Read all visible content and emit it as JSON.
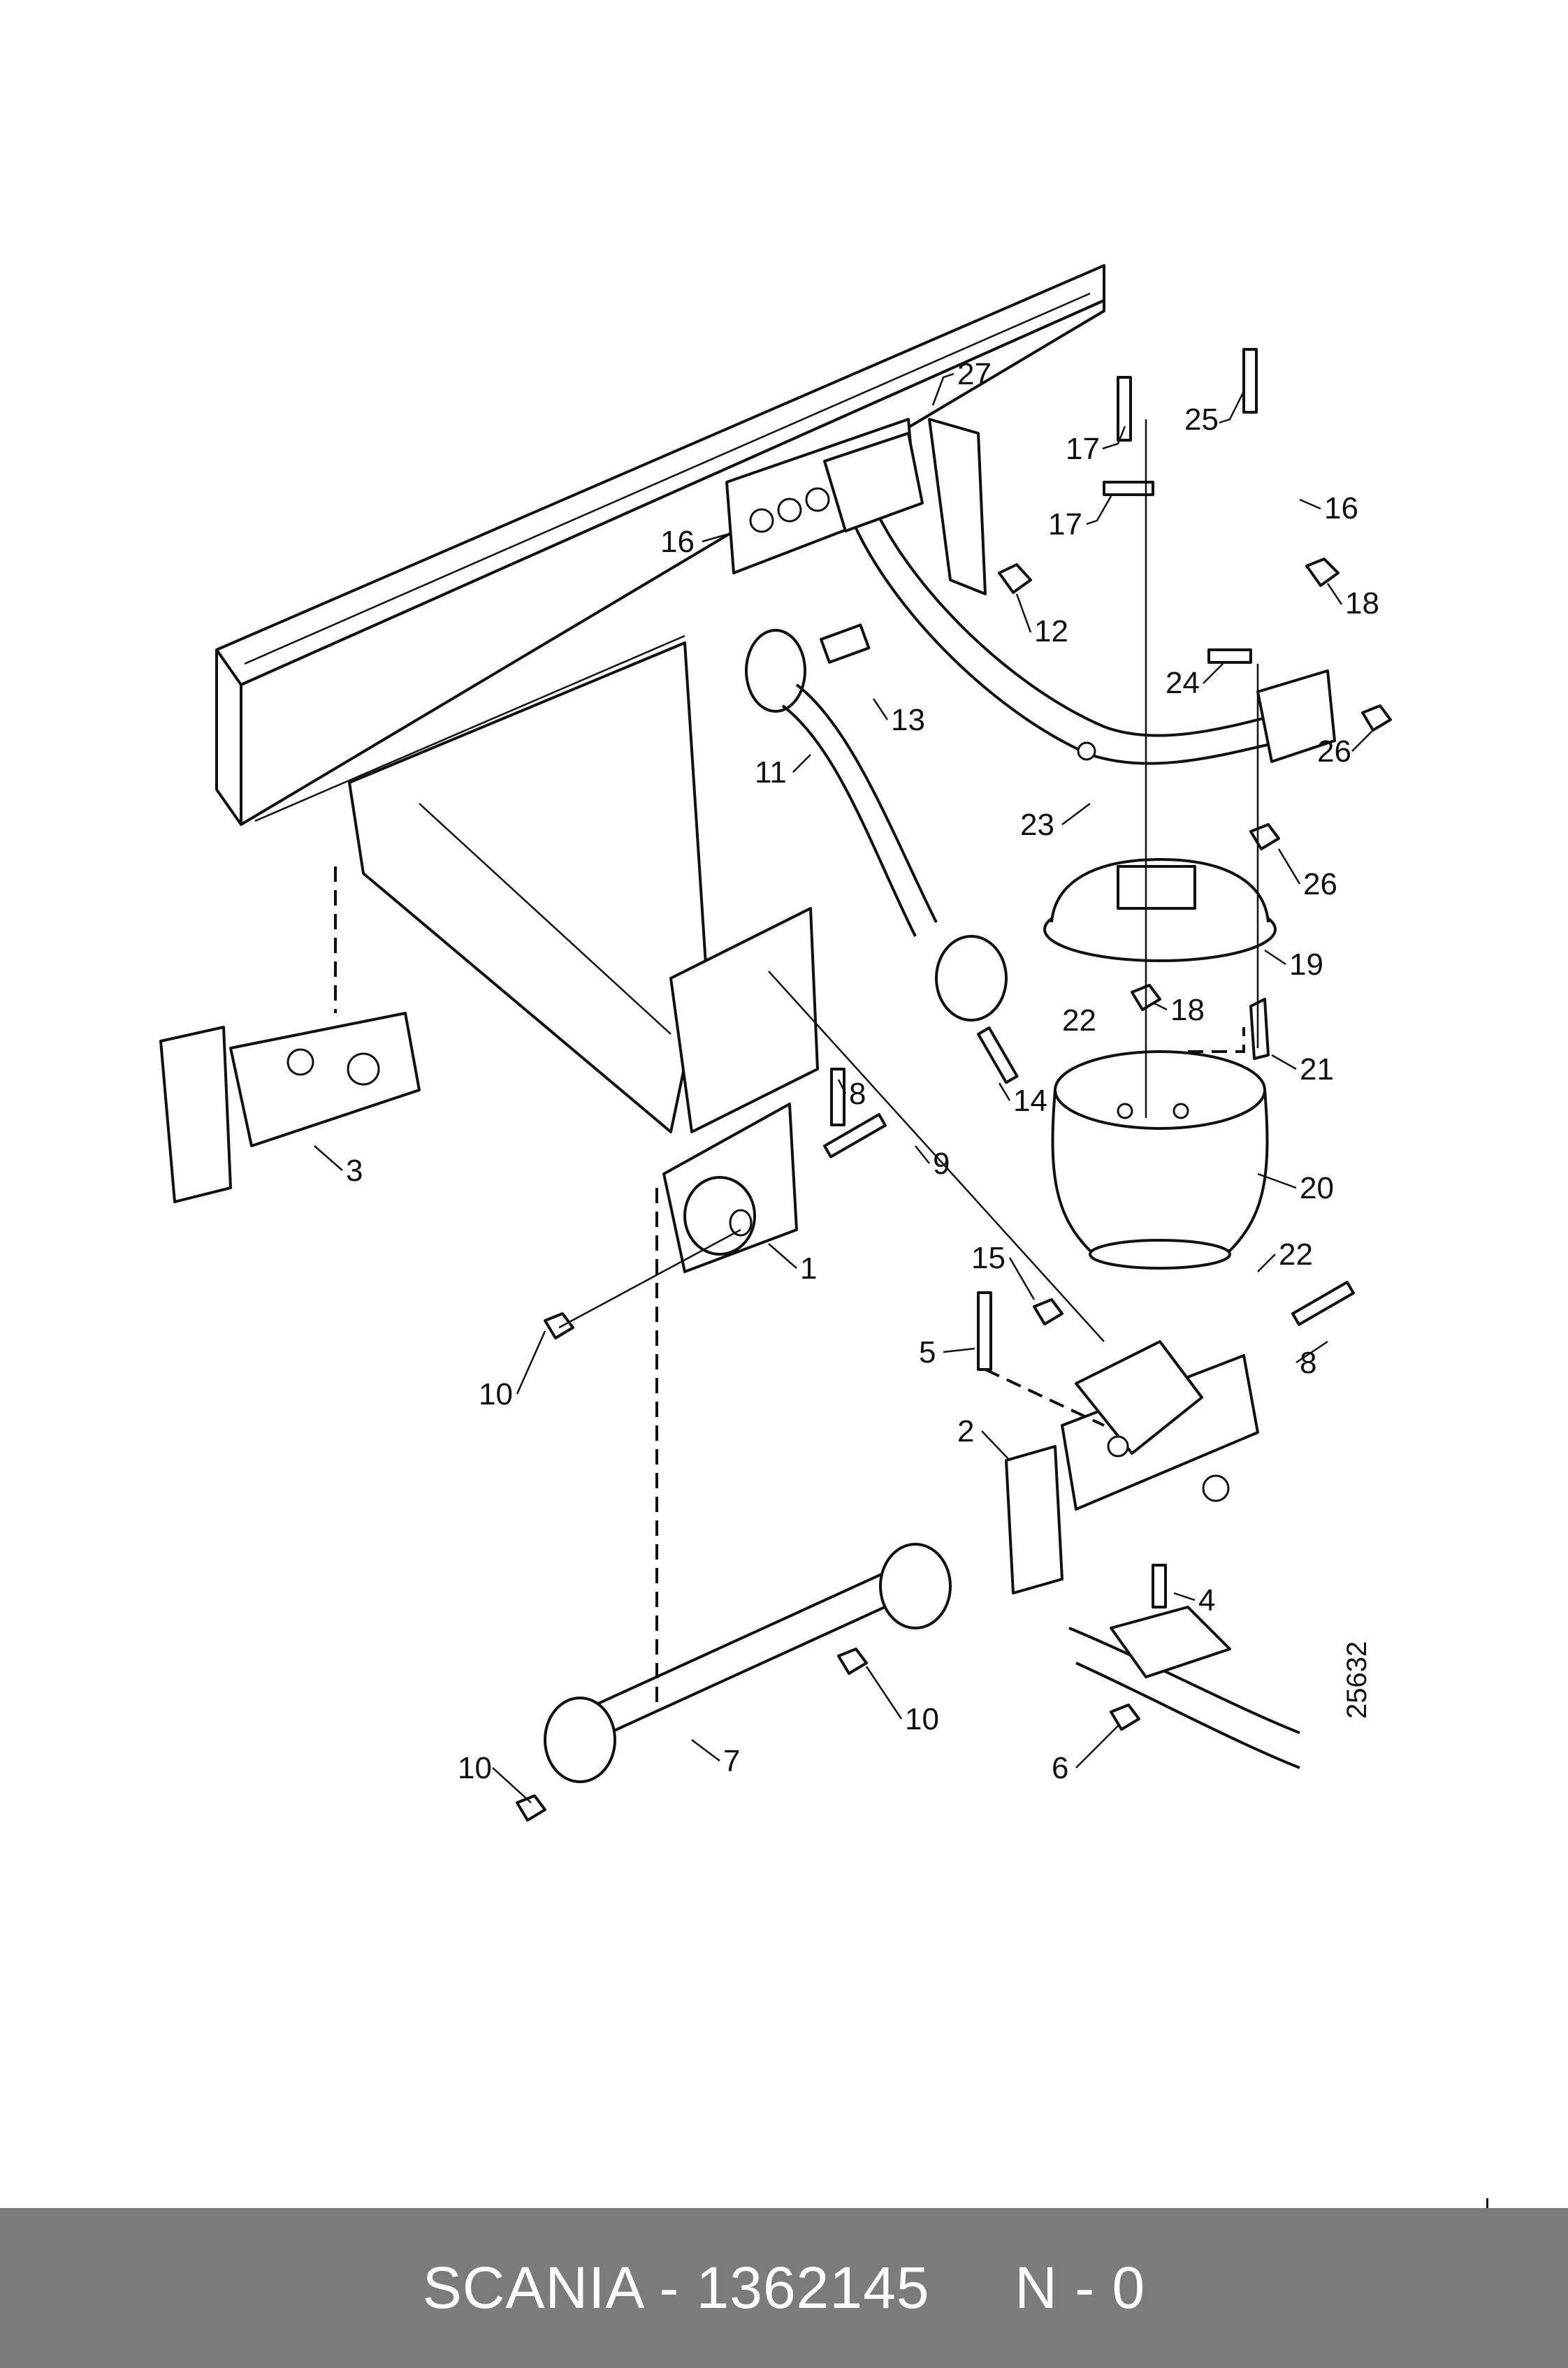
{
  "diagram": {
    "reference_number": "25632",
    "callouts": [
      {
        "id": "c27",
        "label": "27"
      },
      {
        "id": "c25",
        "label": "25"
      },
      {
        "id": "c17a",
        "label": "17"
      },
      {
        "id": "c17b",
        "label": "17"
      },
      {
        "id": "c16a",
        "label": "16"
      },
      {
        "id": "c16b",
        "label": "16"
      },
      {
        "id": "c18a",
        "label": "18"
      },
      {
        "id": "c12",
        "label": "12"
      },
      {
        "id": "c13",
        "label": "13"
      },
      {
        "id": "c11",
        "label": "11"
      },
      {
        "id": "c24",
        "label": "24"
      },
      {
        "id": "c26a",
        "label": "26"
      },
      {
        "id": "c23",
        "label": "23"
      },
      {
        "id": "c26b",
        "label": "26"
      },
      {
        "id": "c19",
        "label": "19"
      },
      {
        "id": "c18b",
        "label": "18"
      },
      {
        "id": "c22a",
        "label": "22"
      },
      {
        "id": "c21",
        "label": "21"
      },
      {
        "id": "c14",
        "label": "14"
      },
      {
        "id": "c8a",
        "label": "8"
      },
      {
        "id": "c3",
        "label": "3"
      },
      {
        "id": "c9",
        "label": "9"
      },
      {
        "id": "c20",
        "label": "20"
      },
      {
        "id": "c1",
        "label": "1"
      },
      {
        "id": "c15",
        "label": "15"
      },
      {
        "id": "c22b",
        "label": "22"
      },
      {
        "id": "c10a",
        "label": "10"
      },
      {
        "id": "c5",
        "label": "5"
      },
      {
        "id": "c8b",
        "label": "8"
      },
      {
        "id": "c2",
        "label": "2"
      },
      {
        "id": "c4",
        "label": "4"
      },
      {
        "id": "c10b",
        "label": "10"
      },
      {
        "id": "c7",
        "label": "7"
      },
      {
        "id": "c10c",
        "label": "10"
      },
      {
        "id": "c6",
        "label": "6"
      }
    ]
  },
  "footer": {
    "text": "SCANIA - 1362145     N - 0",
    "background": "#7b7b7b",
    "color": "#ffffff"
  }
}
